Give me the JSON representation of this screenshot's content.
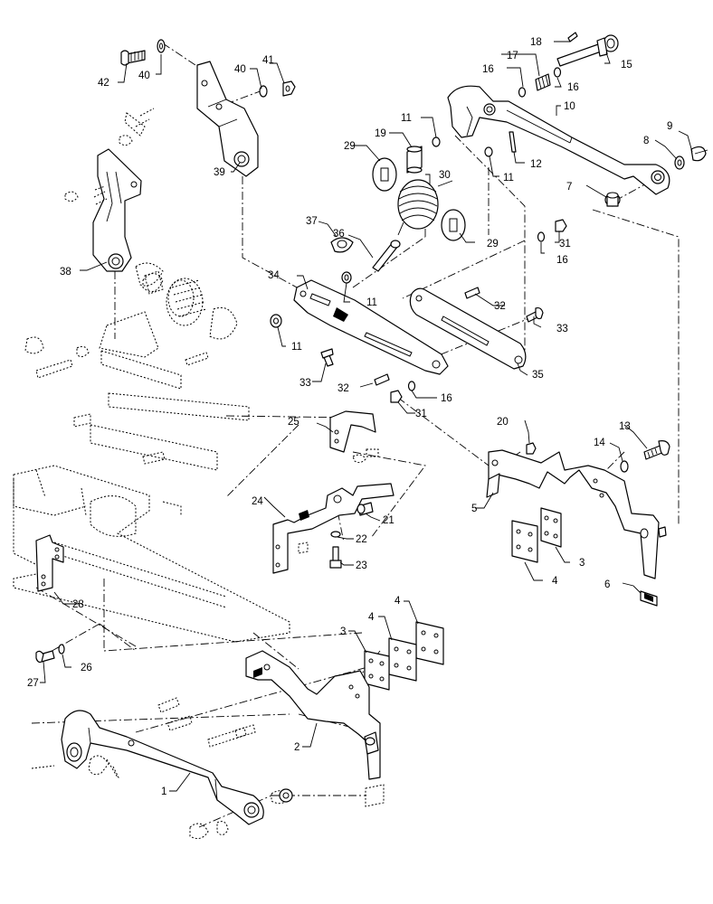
{
  "diagram": {
    "type": "exploded-parts-diagram",
    "line_color": "#000000",
    "background": "#ffffff",
    "callouts": {
      "c1": "1",
      "c2": "2",
      "c3a": "3",
      "c3b": "3",
      "c4a": "4",
      "c4b": "4",
      "c4c": "4",
      "c5": "5",
      "c6": "6",
      "c7": "7",
      "c8": "8",
      "c9": "9",
      "c10": "10",
      "c11a": "11",
      "c11b": "11",
      "c11c": "11",
      "c11d": "11",
      "c12": "12",
      "c13": "13",
      "c14": "14",
      "c15": "15",
      "c16a": "16",
      "c16b": "16",
      "c16c": "16",
      "c16d": "16",
      "c17": "17",
      "c18": "18",
      "c19": "19",
      "c20": "20",
      "c21": "21",
      "c22": "22",
      "c23": "23",
      "c24": "24",
      "c25": "25",
      "c26": "26",
      "c27": "27",
      "c28": "28",
      "c29a": "29",
      "c29b": "29",
      "c30": "30",
      "c31a": "31",
      "c31b": "31",
      "c32a": "32",
      "c32b": "32",
      "c33a": "33",
      "c33b": "33",
      "c34": "34",
      "c35": "35",
      "c36": "36",
      "c37": "37",
      "c38": "38",
      "c39": "39",
      "c40a": "40",
      "c40b": "40",
      "c41": "41",
      "c42": "42"
    }
  }
}
